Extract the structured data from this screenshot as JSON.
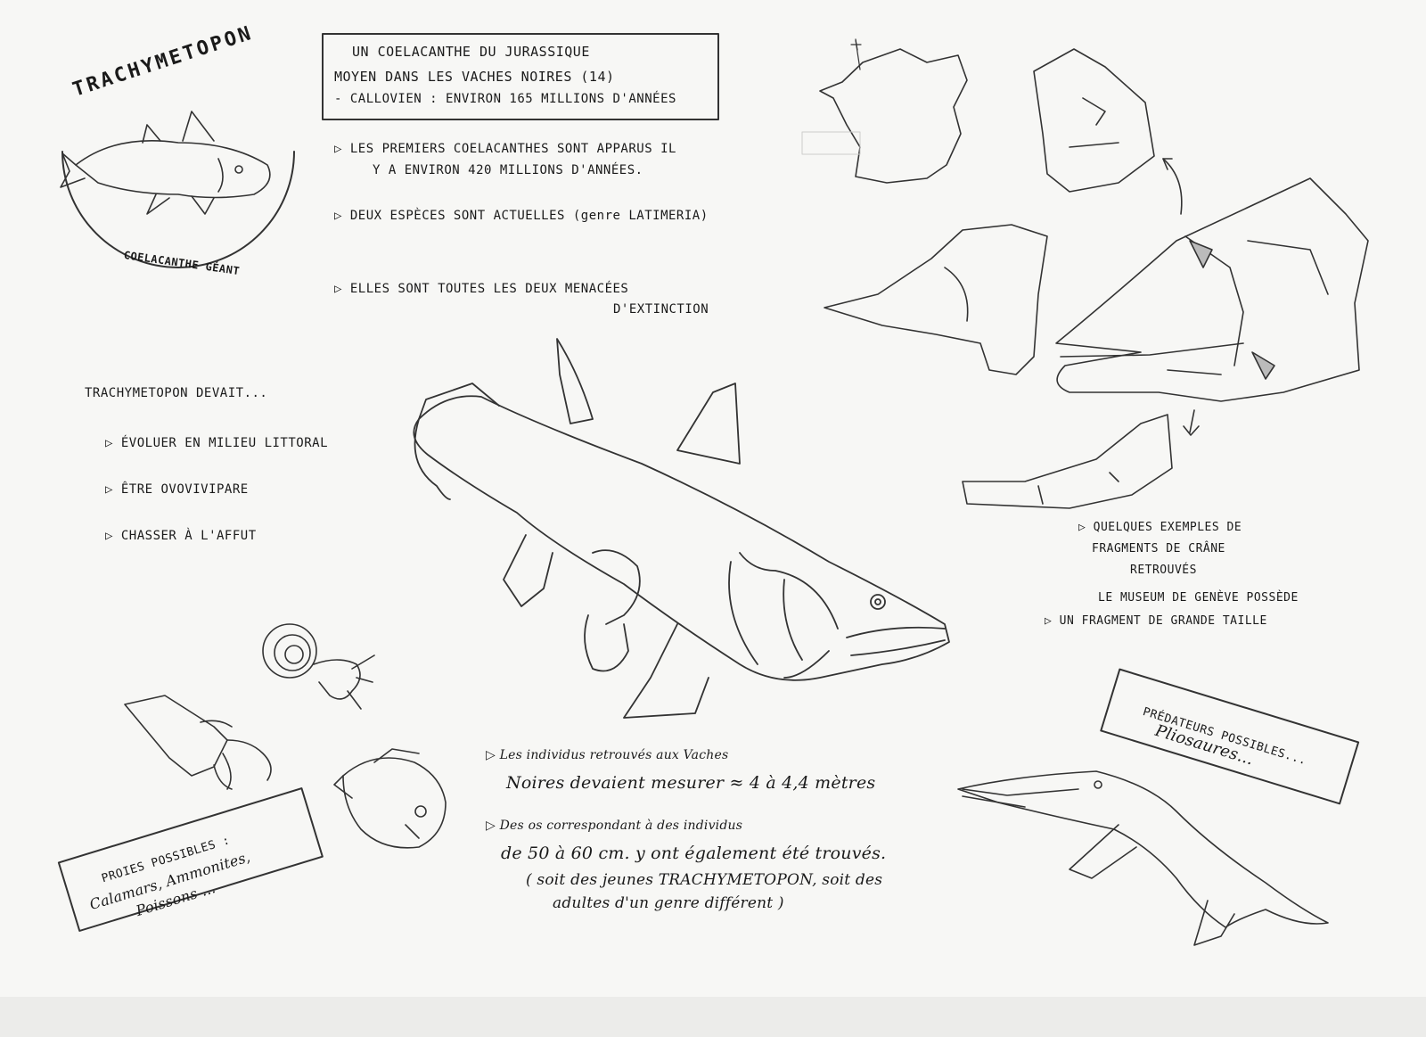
{
  "title_card": {
    "line1": "UN COELACANTHE DU JURASSIQUE",
    "line2": "MOYEN DANS LES VACHES NOIRES (14)",
    "line3": "- CALLOVIEN : ENVIRON 165 MILLIONS D'ANNÉES"
  },
  "logo": {
    "top": "TRACHYMETOPON",
    "bottom": "COELACANTHE GÉANT"
  },
  "facts": [
    "LES PREMIERS COELACANTHES SONT APPARUS IL",
    "Y A ENVIRON 420 MILLIONS D'ANNÉES.",
    "DEUX ESPÈCES SONT ACTUELLES (genre LATIMERIA)",
    "ELLES SONT TOUTES LES DEUX MENACÉES",
    "D'EXTINCTION"
  ],
  "behaviour": {
    "heading": "TRACHYMETOPON DEVAIT...",
    "items": [
      "ÉVOLUER EN MILIEU LITTORAL",
      "ÊTRE OVOVIVIPARE",
      "CHASSER À L'AFFUT"
    ]
  },
  "fragments": {
    "lines": [
      "QUELQUES EXEMPLES DE",
      "FRAGMENTS DE CRÂNE",
      "RETROUVÉS"
    ],
    "museum": [
      "LE MUSEUM DE GENÈVE POSSÈDE",
      "UN FRAGMENT DE GRANDE TAILLE"
    ]
  },
  "predators": {
    "line1": "PRÉDATEURS POSSIBLES...",
    "line2": "Pliosaures..."
  },
  "prey": {
    "line1": "PROIES POSSIBLES :",
    "line2": "Calamars, Ammonites,",
    "line3": "Poissons ..."
  },
  "sizes": {
    "a1": "Les individus retrouvés aux Vaches",
    "a2": "Noires devaient mesurer ≈ 4 à 4,4 mètres",
    "b1": "Des os correspondant à des individus",
    "b2": "de 50 à 60 cm. y ont également été trouvés.",
    "b3": "( soit des jeunes TRACHYMETOPON, soit des",
    "b4": "adultes d'un genre différent )"
  }
}
